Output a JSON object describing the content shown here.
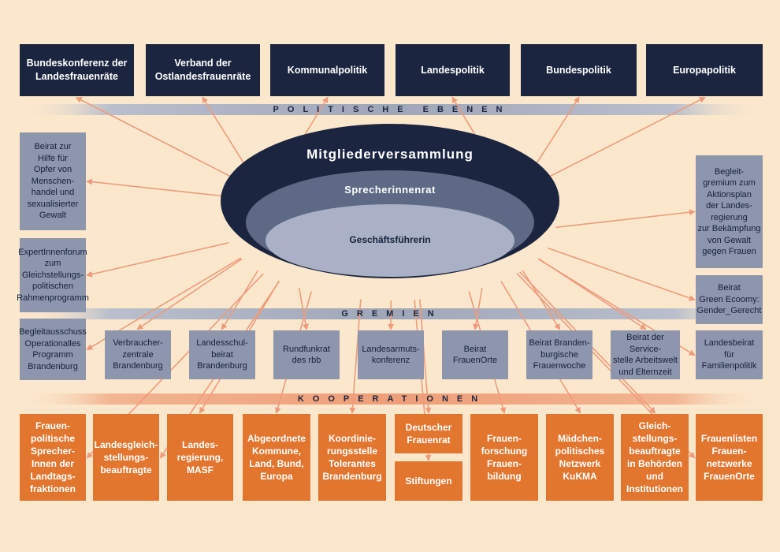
{
  "colors": {
    "background": "#fbe7cc",
    "navy": "#1b2540",
    "grey_box": "#8d96ac",
    "orange_box": "#e2762f",
    "arrow": "#ee9b7c",
    "ring_outer": "#1b2540",
    "ring_mid": "#5d6985",
    "ring_inner": "#aab1c7"
  },
  "bands": {
    "politische_ebenen": "POLITISCHE EBENEN",
    "gremien": "GREMIEN",
    "kooperationen": "KOOPERATIONEN"
  },
  "center": {
    "outer": "Mitgliederversammlung",
    "middle": "Sprecherinnenrat",
    "inner": "Geschäftsführerin"
  },
  "politik": [
    {
      "label": "Bundeskonferenz der\nLandesfrauenräte"
    },
    {
      "label": "Verband der\nOstlandesfrauenräte"
    },
    {
      "label": "Kommunalpolitik"
    },
    {
      "label": "Landespolitik"
    },
    {
      "label": "Bundespolitik"
    },
    {
      "label": "Europapolitik"
    }
  ],
  "gremien_left": [
    {
      "label": "Beirat zur\nHilfe für\nOpfer von\nMenschen-\nhandel und\nsexualisierter\nGewalt"
    },
    {
      "label": "ExpertInnenforum\nzum\nGleichstellungs-\npolitischen\nRahmenprogramm"
    },
    {
      "label": "Begleitausschuss\nOperationalles\nProgramm\nBrandenburg"
    }
  ],
  "gremien_right": [
    {
      "label": "Begleit-\ngremium zum\nAktionsplan\nder Landes-\nregierung\nzur Bekämpfung\nvon Gewalt\ngegen Frauen"
    },
    {
      "label": "Beirat\nGreen Ecoomy:\nGender_Gerecht"
    },
    {
      "label": "Landesbeirat\nfür\nFamilienpolitik"
    }
  ],
  "gremien_row": [
    {
      "label": "Verbraucher-\nzentrale\nBrandenburg"
    },
    {
      "label": "Landesschul-\nbeirat\nBrandenburg"
    },
    {
      "label": "Rundfunkrat\ndes rbb"
    },
    {
      "label": "Landesarmuts-\nkonferenz"
    },
    {
      "label": "Beirat\nFrauenOrte"
    },
    {
      "label": "Beirat Branden-\nburgische\nFrauenwoche"
    },
    {
      "label": "Beirat der Service-\nstelle Arbeitswelt\nund Elternzeit"
    }
  ],
  "kooperationen": [
    {
      "label": "Frauen-\npolitische\nSprecher-\nInnen der\nLandtags-\nfraktionen"
    },
    {
      "label": "Landesgleich-\nstellungs-\nbeauftragte"
    },
    {
      "label": "Landes-\nregierung,\nMASF"
    },
    {
      "label": "Abgeordnete\nKommune,\nLand, Bund,\nEuropa"
    },
    {
      "label": "Koordinie-\nrungsstelle\nTolerantes\nBrandenburg"
    },
    {
      "label": "Deutscher\nFrauenrat"
    },
    {
      "label": "Stiftungen"
    },
    {
      "label": "Frauen-\nforschung\nFrauen-\nbildung"
    },
    {
      "label": "Mädchen-\npolitisches\nNetzwerk\nKuKMA"
    },
    {
      "label": "Gleich-\nstellungs-\nbeauftragte\nin Behörden\nund\nInstitutionen"
    },
    {
      "label": "Frauenlisten\nFrauen-\nnetzwerke\nFrauenOrte"
    }
  ]
}
